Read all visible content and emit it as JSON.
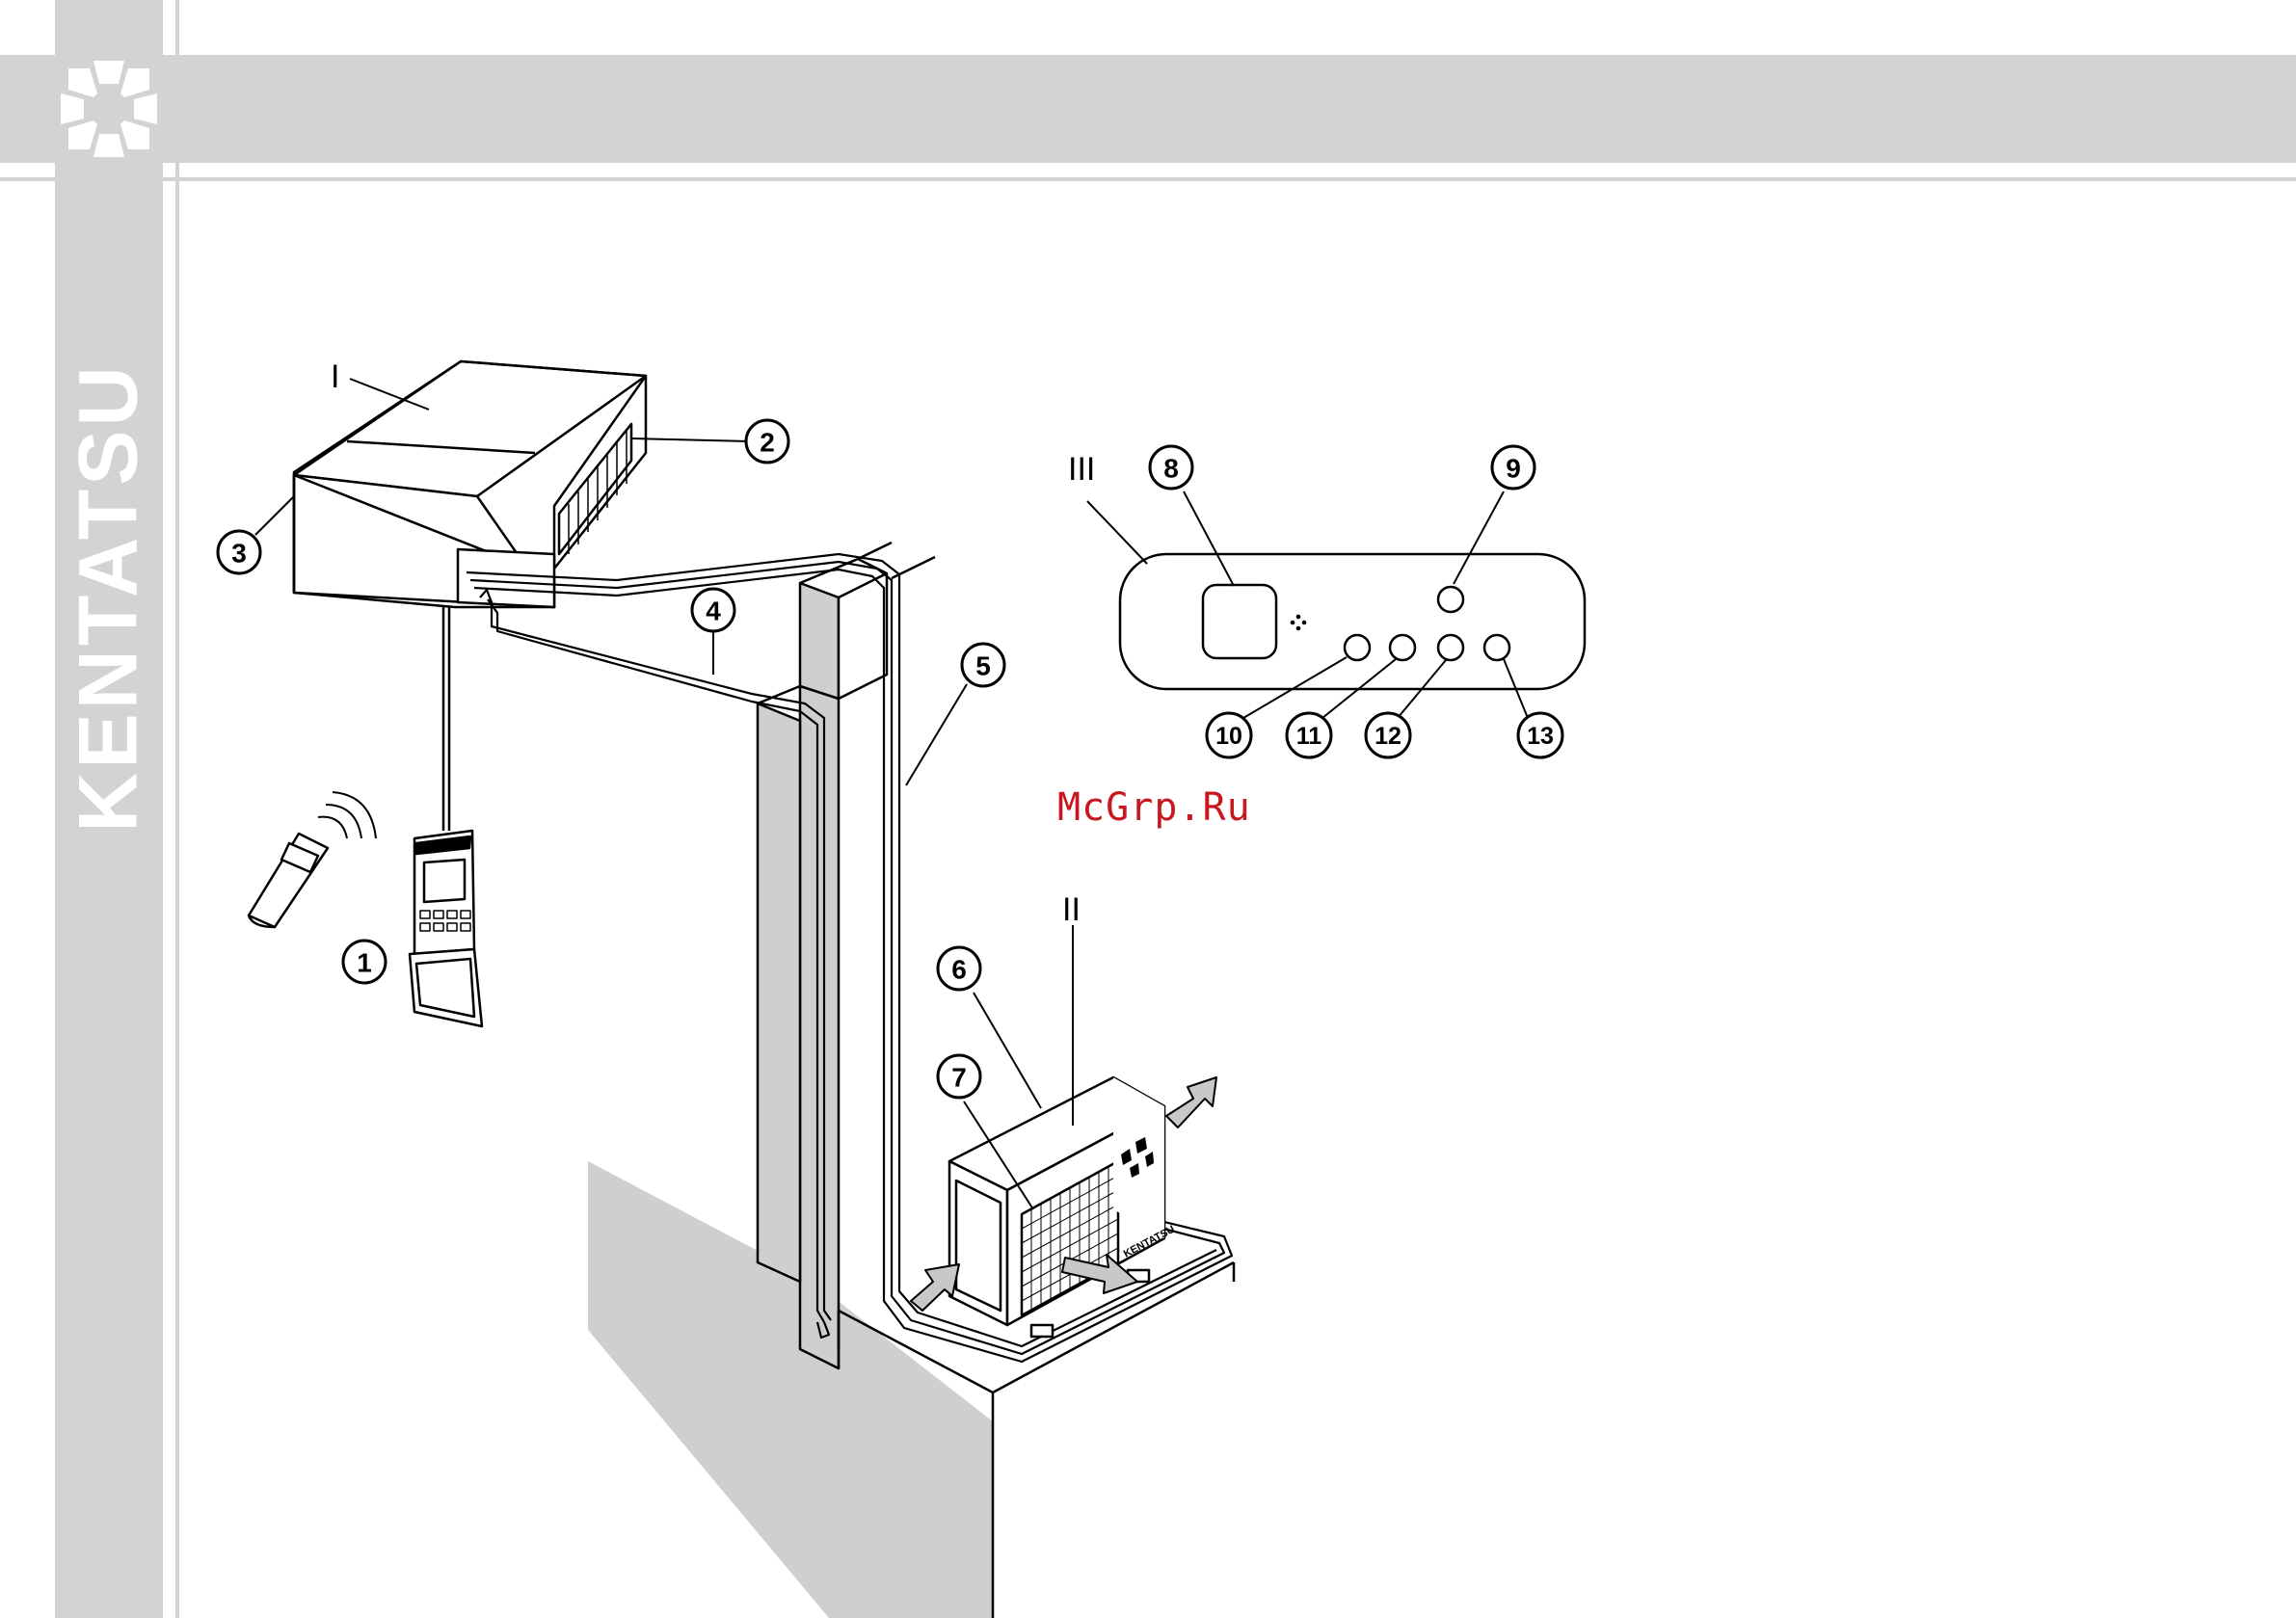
{
  "brand": {
    "name": "KENTATSU",
    "unit_badge": "KENTATSU",
    "logo_icon": "kentatsu-logo-icon"
  },
  "watermark": "McGrp.Ru",
  "units": {
    "indoor": "I",
    "outdoor": "II",
    "panel": "III"
  },
  "callouts": {
    "c1": "1",
    "c2": "2",
    "c3": "3",
    "c4": "4",
    "c5": "5",
    "c6": "6",
    "c7": "7",
    "c8": "8",
    "c9": "9",
    "c10": "10",
    "c11": "11",
    "c12": "12",
    "c13": "13"
  },
  "colors": {
    "band": "#d3d3d3",
    "watermark": "#c8171f",
    "line": "#000000"
  }
}
